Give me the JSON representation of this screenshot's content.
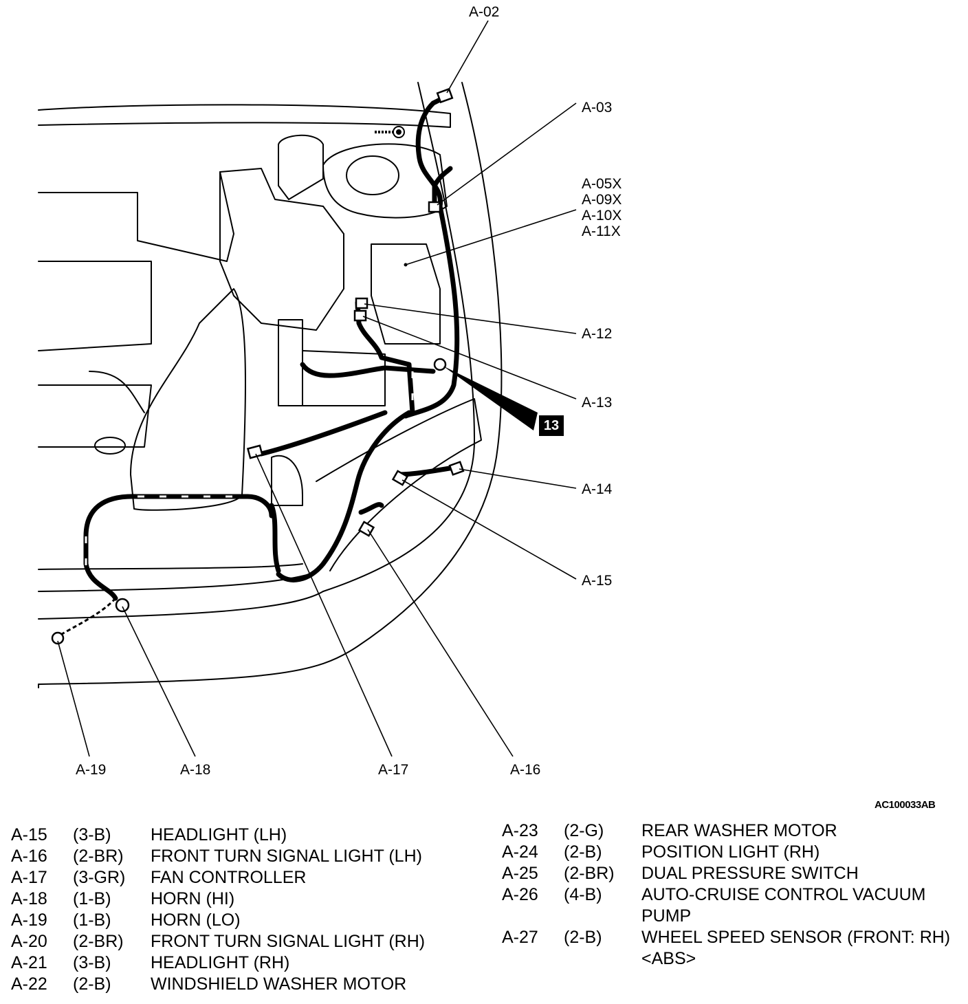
{
  "callouts": {
    "a02": "A-02",
    "a03": "A-03",
    "a05x_group": [
      "A-05X",
      "A-09X",
      "A-10X",
      "A-11X"
    ],
    "a12": "A-12",
    "a13": "A-13",
    "badge": "13",
    "a14": "A-14",
    "a15": "A-15",
    "a16": "A-16",
    "a17": "A-17",
    "a18": "A-18",
    "a19": "A-19"
  },
  "figure_id": "AC100033AB",
  "legend_left": [
    {
      "code": "A-15",
      "connector": "(3-B)",
      "desc": "HEADLIGHT (LH)"
    },
    {
      "code": "A-16",
      "connector": "(2-BR)",
      "desc": "FRONT TURN SIGNAL LIGHT (LH)"
    },
    {
      "code": "A-17",
      "connector": "(3-GR)",
      "desc": "FAN CONTROLLER"
    },
    {
      "code": "A-18",
      "connector": "(1-B)",
      "desc": "HORN (HI)"
    },
    {
      "code": "A-19",
      "connector": "(1-B)",
      "desc": "HORN (LO)"
    },
    {
      "code": "A-20",
      "connector": "(2-BR)",
      "desc": "FRONT TURN SIGNAL LIGHT (RH)"
    },
    {
      "code": "A-21",
      "connector": "(3-B)",
      "desc": "HEADLIGHT (RH)"
    },
    {
      "code": "A-22",
      "connector": "(2-B)",
      "desc": "WINDSHIELD WASHER MOTOR"
    }
  ],
  "legend_right": [
    {
      "code": "A-23",
      "connector": "(2-G)",
      "desc": "REAR WASHER MOTOR"
    },
    {
      "code": "A-24",
      "connector": "(2-B)",
      "desc": "POSITION LIGHT (RH)"
    },
    {
      "code": "A-25",
      "connector": "(2-BR)",
      "desc": "DUAL PRESSURE SWITCH"
    },
    {
      "code": "A-26",
      "connector": "(4-B)",
      "desc": "AUTO-CRUISE CONTROL VACUUM PUMP"
    },
    {
      "code": "A-27",
      "connector": "(2-B)",
      "desc": "WHEEL SPEED SENSOR (FRONT: RH) <ABS>"
    }
  ]
}
